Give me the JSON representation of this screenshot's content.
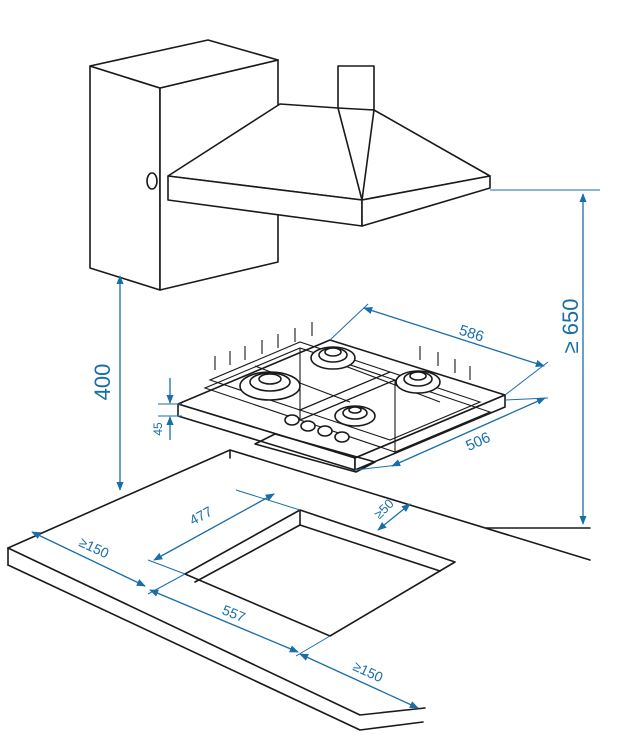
{
  "colors": {
    "dimension": "#1a6ea8",
    "outline": "#1a1a1a",
    "background": "#ffffff"
  },
  "dimensions": {
    "hood_height": "≥ 650",
    "hob_clearance": "400",
    "hob_depth": "586",
    "hob_width": "506",
    "hob_thickness": "45",
    "cutout_depth": "477",
    "cutout_width": "557",
    "back_margin": "≥50",
    "side_margin_left": "≥150",
    "side_margin_right": "≥150"
  }
}
